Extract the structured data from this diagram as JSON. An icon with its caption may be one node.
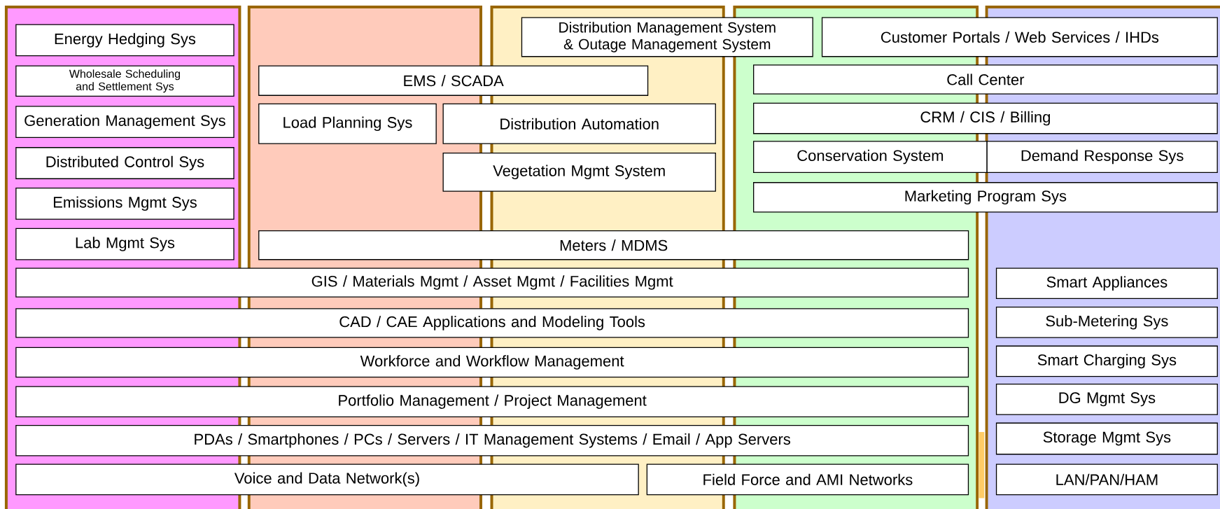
{
  "diagram": {
    "nodes": [
      {
        "text": [
          "Energy Hedging Sys"
        ]
      },
      {
        "text": [
          "Wholesale Scheduling and Settlement Sys"
        ]
      },
      {
        "text": [
          "Generation Management Sys"
        ]
      },
      {
        "text": [
          "Distributed Control Sys"
        ]
      },
      {
        "text": [
          "Emissions Mgmt Sys"
        ]
      },
      {
        "text": [
          "Lab Mgmt Sys"
        ]
      },
      {
        "text": [
          "Distribution Management System & Outage Management System"
        ]
      },
      {
        "text": [
          "Customer Portals / Web Services / IHDs"
        ]
      },
      {
        "text": [
          "EMS / SCADA"
        ]
      },
      {
        "text": [
          "Call Center"
        ]
      },
      {
        "text": [
          "Load Planning Sys"
        ]
      },
      {
        "text": [
          "Distribution Automation"
        ]
      },
      {
        "text": [
          "CRM / CIS / Billing"
        ]
      },
      {
        "text": [
          "Conservation System"
        ]
      },
      {
        "text": [
          "Demand Response Sys"
        ]
      },
      {
        "text": [
          "Vegetation Mgmt System"
        ]
      },
      {
        "text": [
          "Marketing Program Sys"
        ]
      },
      {
        "text": [
          "Meters / MDMS"
        ]
      },
      {
        "text": [
          "GIS / Materials Mgmt / Asset Mgmt / Facilities Mgmt"
        ]
      },
      {
        "text": [
          "Smart Appliances"
        ]
      },
      {
        "text": [
          "CAD / CAE Applications and Modeling Tools"
        ]
      },
      {
        "text": [
          "Sub-Metering Sys"
        ]
      },
      {
        "text": [
          "Workforce and Workflow Management"
        ]
      },
      {
        "text": [
          "Smart Charging Sys"
        ]
      },
      {
        "text": [
          "Portfolio Management / Project Management"
        ]
      },
      {
        "text": [
          "DG Mgmt Sys"
        ]
      },
      {
        "text": [
          "PDAs / Smartphones / PCs / Servers / IT Management Systems / Email / App Servers"
        ]
      },
      {
        "text": [
          "Storage Mgmt Sys"
        ]
      },
      {
        "text": [
          "Voice and Data Network(s)"
        ]
      },
      {
        "text": [
          "Field Force and AMI Networks"
        ]
      },
      {
        "text": [
          "LAN/PAN/HAM"
        ]
      }
    ]
  }
}
